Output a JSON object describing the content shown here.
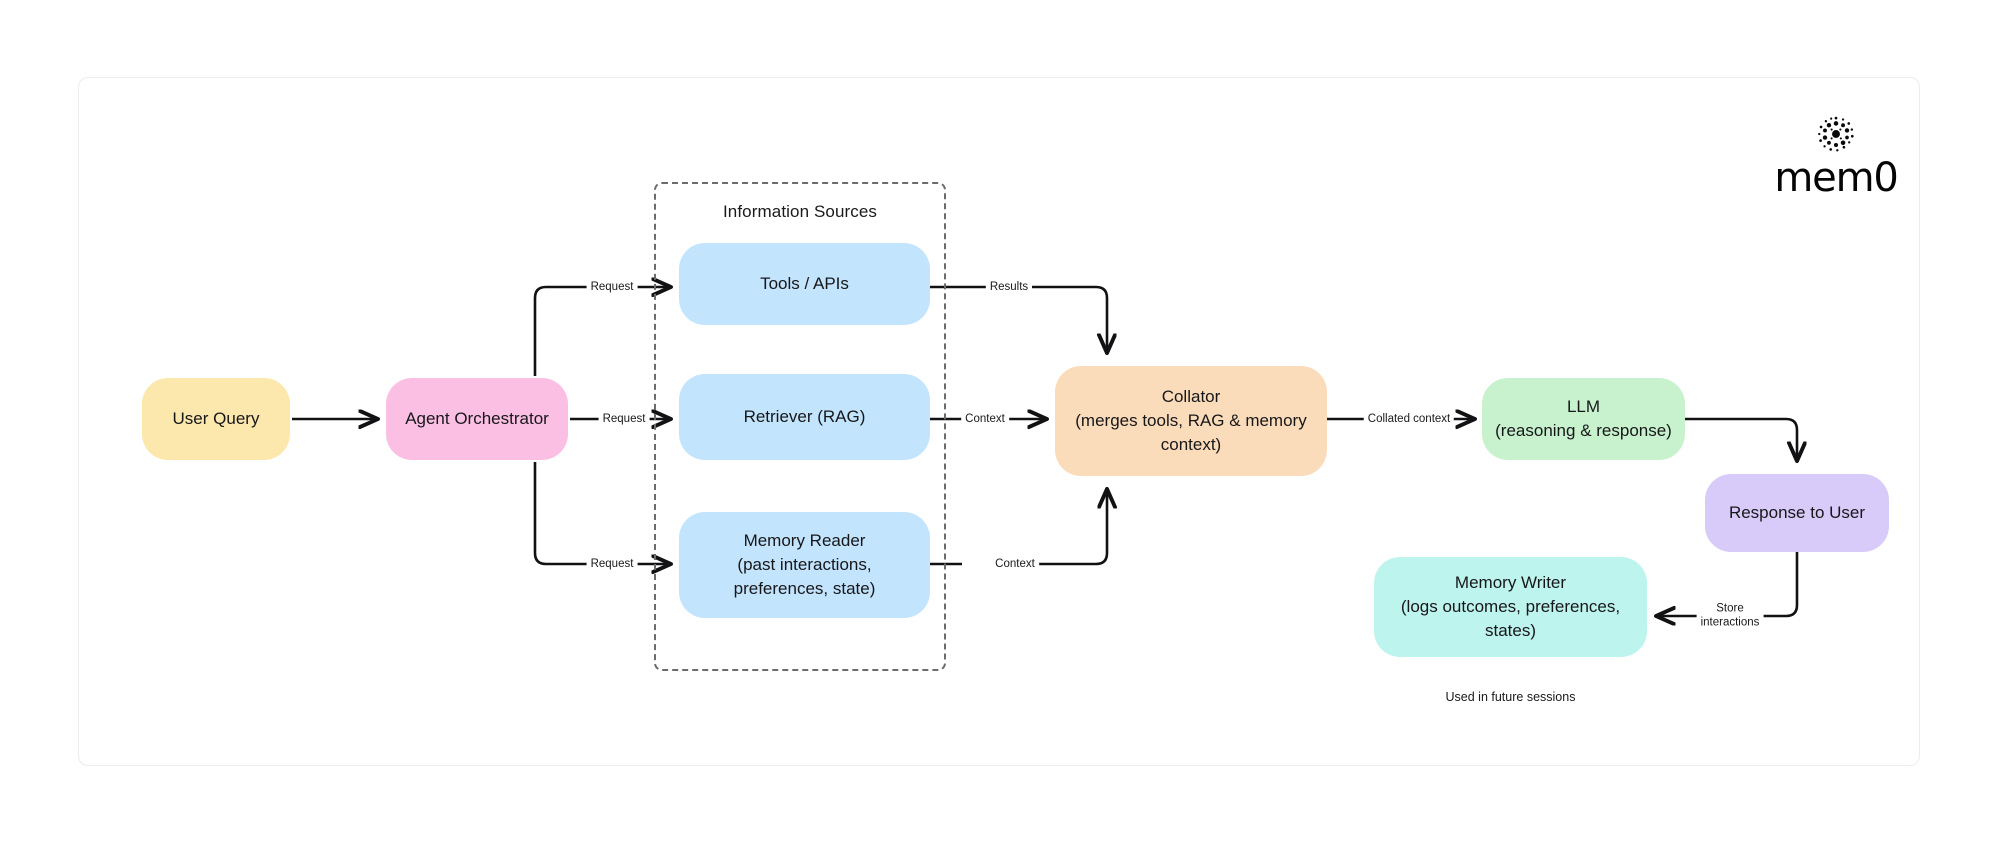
{
  "canvas": {
    "background_color": "#ffffff",
    "border_color": "#ececee"
  },
  "brand": {
    "name": "mem0",
    "wordmark": "mem0",
    "mark_icon": "mem0-dot-cluster-icon",
    "color": "#050505"
  },
  "group": {
    "title": "Information Sources",
    "style": "dashed",
    "border_color": "#6b6b70"
  },
  "nodes": [
    {
      "id": "user-query",
      "label": "User Query",
      "color": "#fce7ad"
    },
    {
      "id": "agent-orchestrator",
      "label": "Agent Orchestrator",
      "color": "#fbbfe4"
    },
    {
      "id": "tools-apis",
      "label": "Tools / APIs",
      "color": "#c3e4fd"
    },
    {
      "id": "retriever-rag",
      "label": "Retriever (RAG)",
      "color": "#c3e4fd"
    },
    {
      "id": "memory-reader",
      "label": "Memory Reader\n(past interactions, preferences, state)",
      "color": "#c3e4fd"
    },
    {
      "id": "collator",
      "label": "Collator\n(merges tools, RAG & memory context)",
      "color": "#fbdcba"
    },
    {
      "id": "llm",
      "label": "LLM\n(reasoning & response)",
      "color": "#c8f2ce"
    },
    {
      "id": "response-to-user",
      "label": "Response to User",
      "color": "#d8cbfa"
    },
    {
      "id": "memory-writer",
      "label": "Memory Writer\n(logs outcomes, preferences, states)",
      "color": "#bdf4ee"
    }
  ],
  "edges": [
    {
      "id": "user-query-to-orchestrator",
      "label": "",
      "from": "user-query",
      "to": "agent-orchestrator"
    },
    {
      "id": "orchestrator-to-tools",
      "label": "Request",
      "from": "agent-orchestrator",
      "to": "tools-apis"
    },
    {
      "id": "orchestrator-to-retriever",
      "label": "Request",
      "from": "agent-orchestrator",
      "to": "retriever-rag"
    },
    {
      "id": "orchestrator-to-memory-reader",
      "label": "Request",
      "from": "agent-orchestrator",
      "to": "memory-reader"
    },
    {
      "id": "tools-to-collator",
      "label": "Results",
      "from": "tools-apis",
      "to": "collator"
    },
    {
      "id": "retriever-to-collator",
      "label": "Context",
      "from": "retriever-rag",
      "to": "collator"
    },
    {
      "id": "memory-reader-to-collator",
      "label": "Context",
      "from": "memory-reader",
      "to": "collator"
    },
    {
      "id": "collator-to-llm",
      "label": "Collated context",
      "from": "collator",
      "to": "llm"
    },
    {
      "id": "llm-to-response",
      "label": "",
      "from": "llm",
      "to": "response-to-user"
    },
    {
      "id": "response-to-memory-writer",
      "label": "Store\ninteractions",
      "from": "response-to-user",
      "to": "memory-writer"
    }
  ],
  "annotations": [
    {
      "id": "used-in-future-sessions",
      "text": "Used in future sessions"
    }
  ]
}
